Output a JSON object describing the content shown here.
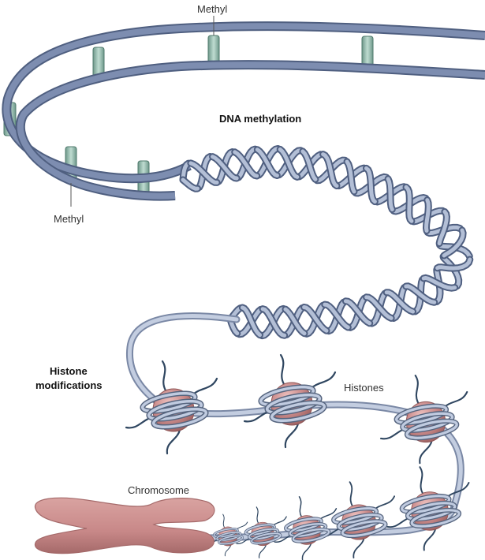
{
  "labels": {
    "methyl_top": "Methyl",
    "methyl_left": "Methyl",
    "dna_methylation": "DNA methylation",
    "histone_modifications_line1": "Histone",
    "histone_modifications_line2": "modifications",
    "histones": "Histones",
    "chromosome": "Chromosome"
  },
  "colors": {
    "dna_strand": "#7585a6",
    "dna_strand_dark": "#4f5f80",
    "dna_highlight": "#a8b4cc",
    "methyl_group": "#9bbdb0",
    "methyl_group_dark": "#5f8a7c",
    "histone_core": "#c98a8a",
    "histone_core_dark": "#9a5e5e",
    "histone_wrap": "#b9c6de",
    "histone_tail": "#2f4660",
    "chromosome": "#c88888",
    "chromosome_dark": "#9a5f5f"
  }
}
